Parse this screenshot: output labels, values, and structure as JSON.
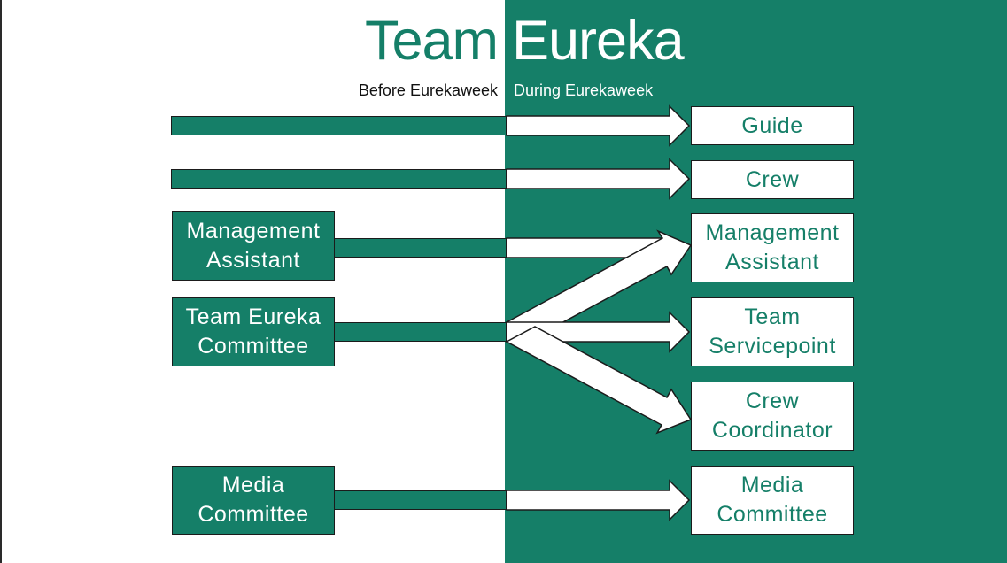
{
  "title": {
    "left": "Team",
    "right": "Eureka"
  },
  "phases": {
    "before": "Before Eurekaweek",
    "during": "During Eurekaweek"
  },
  "colors": {
    "accent": "#157F68",
    "background": "#ffffff",
    "outline": "#1b1b1b"
  },
  "sources": [
    {
      "id": "management-assistant",
      "lines": [
        "Management",
        "Assistant"
      ]
    },
    {
      "id": "team-eureka-committee",
      "lines": [
        "Team Eureka",
        "Committee"
      ]
    },
    {
      "id": "media-committee",
      "lines": [
        "Media",
        "Committee"
      ]
    }
  ],
  "destinations": [
    {
      "id": "guide",
      "lines": [
        "Guide"
      ]
    },
    {
      "id": "crew",
      "lines": [
        "Crew"
      ]
    },
    {
      "id": "management-assistant",
      "lines": [
        "Management",
        "Assistant"
      ]
    },
    {
      "id": "team-servicepoint",
      "lines": [
        "Team",
        "Servicepoint"
      ]
    },
    {
      "id": "crew-coordinator",
      "lines": [
        "Crew",
        "Coordinator"
      ]
    },
    {
      "id": "media-committee",
      "lines": [
        "Media",
        "Committee"
      ]
    }
  ],
  "flows": [
    {
      "from": null,
      "to": "guide"
    },
    {
      "from": null,
      "to": "crew"
    },
    {
      "from": "management-assistant",
      "to": "management-assistant"
    },
    {
      "from": "team-eureka-committee",
      "to": "management-assistant"
    },
    {
      "from": "team-eureka-committee",
      "to": "team-servicepoint"
    },
    {
      "from": "team-eureka-committee",
      "to": "crew-coordinator"
    },
    {
      "from": "media-committee",
      "to": "media-committee"
    }
  ]
}
